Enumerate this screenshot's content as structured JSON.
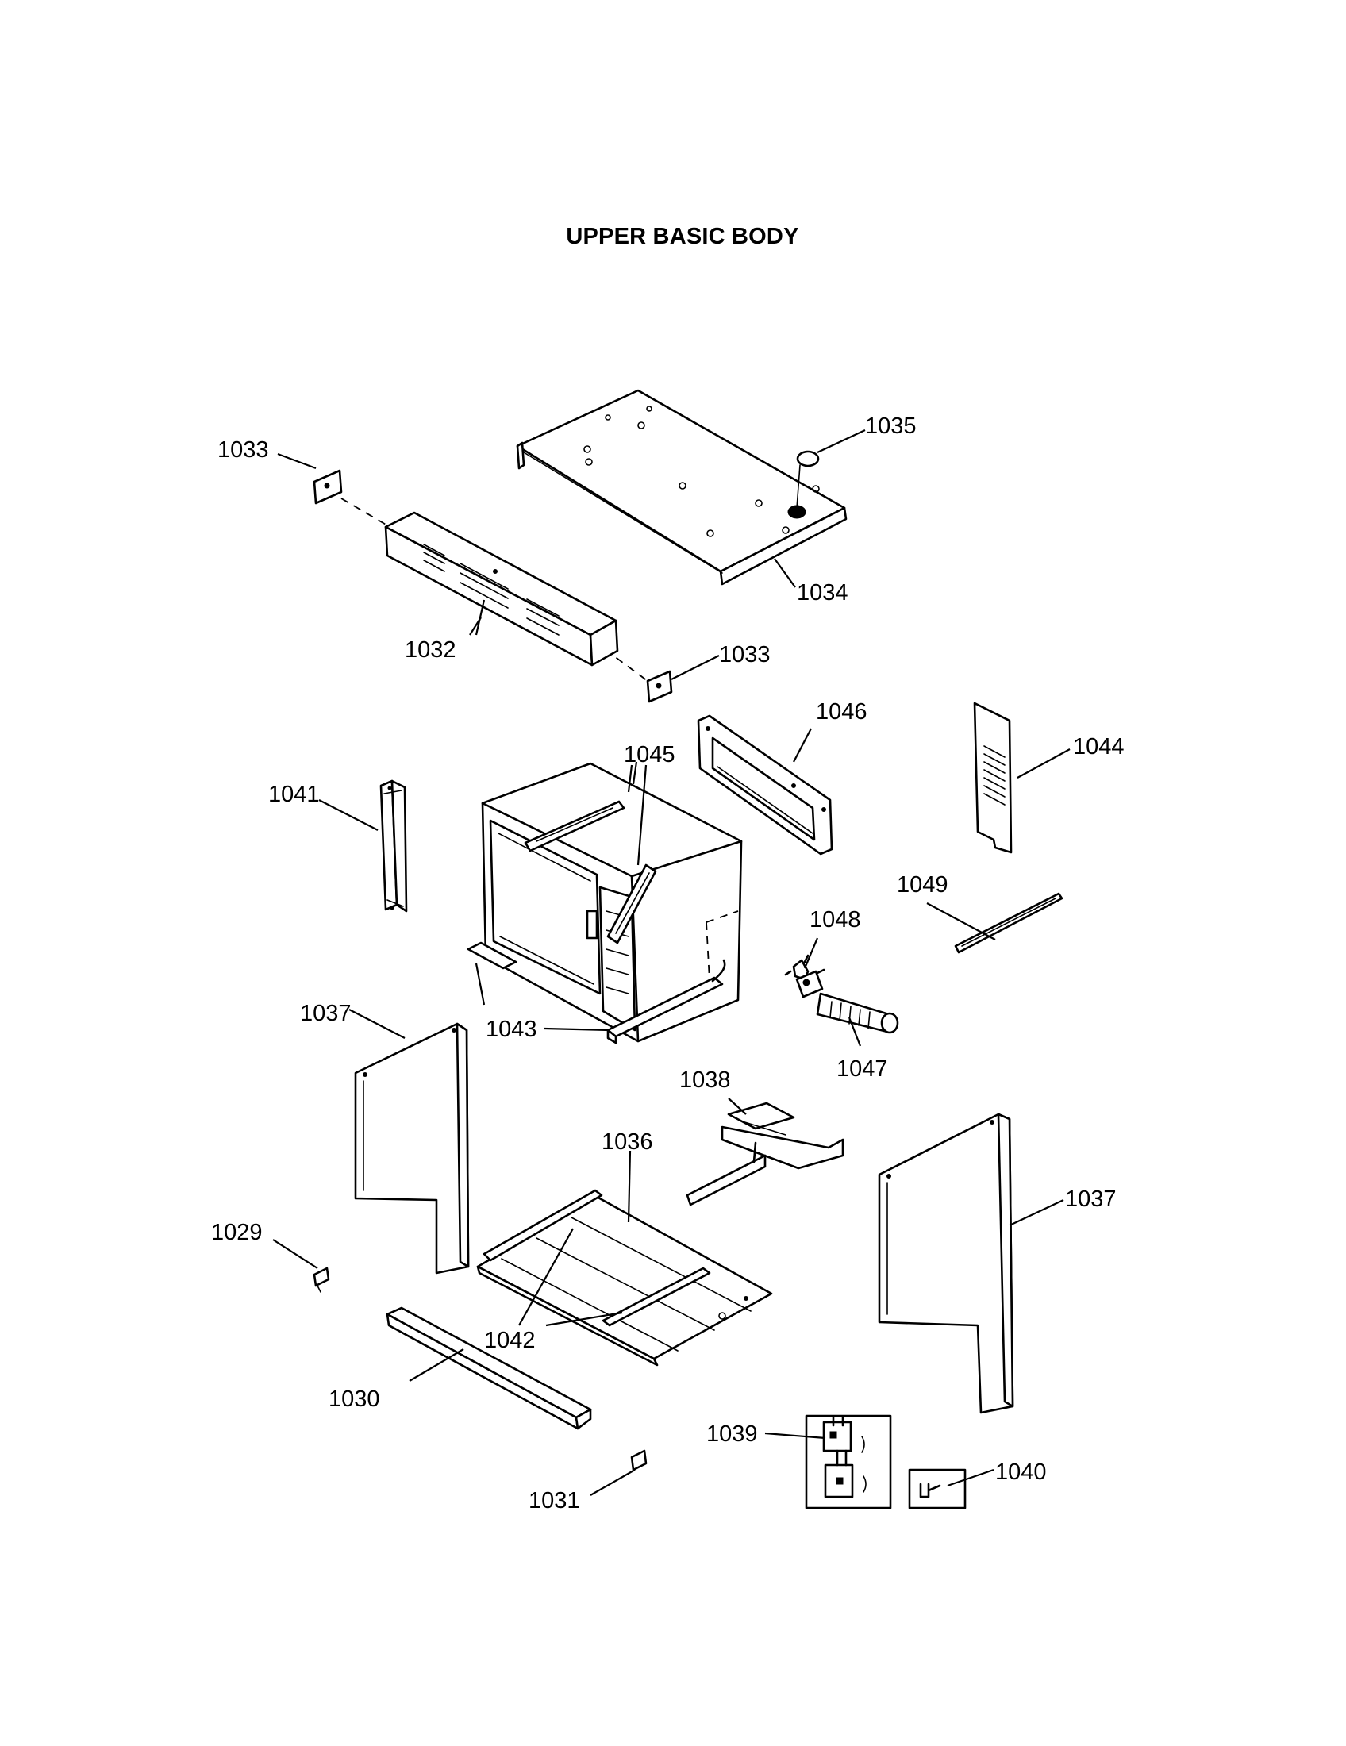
{
  "title": "UPPER BASIC BODY",
  "callouts": {
    "p1029": "1029",
    "p1030": "1030",
    "p1031": "1031",
    "p1032": "1032",
    "p1033a": "1033",
    "p1033b": "1033",
    "p1034": "1034",
    "p1035": "1035",
    "p1036": "1036",
    "p1037a": "1037",
    "p1037b": "1037",
    "p1038": "1038",
    "p1039": "1039",
    "p1040": "1040",
    "p1041": "1041",
    "p1042": "1042",
    "p1043": "1043",
    "p1044": "1044",
    "p1045": "1045",
    "p1046": "1046",
    "p1047": "1047",
    "p1048": "1048",
    "p1049": "1049"
  }
}
